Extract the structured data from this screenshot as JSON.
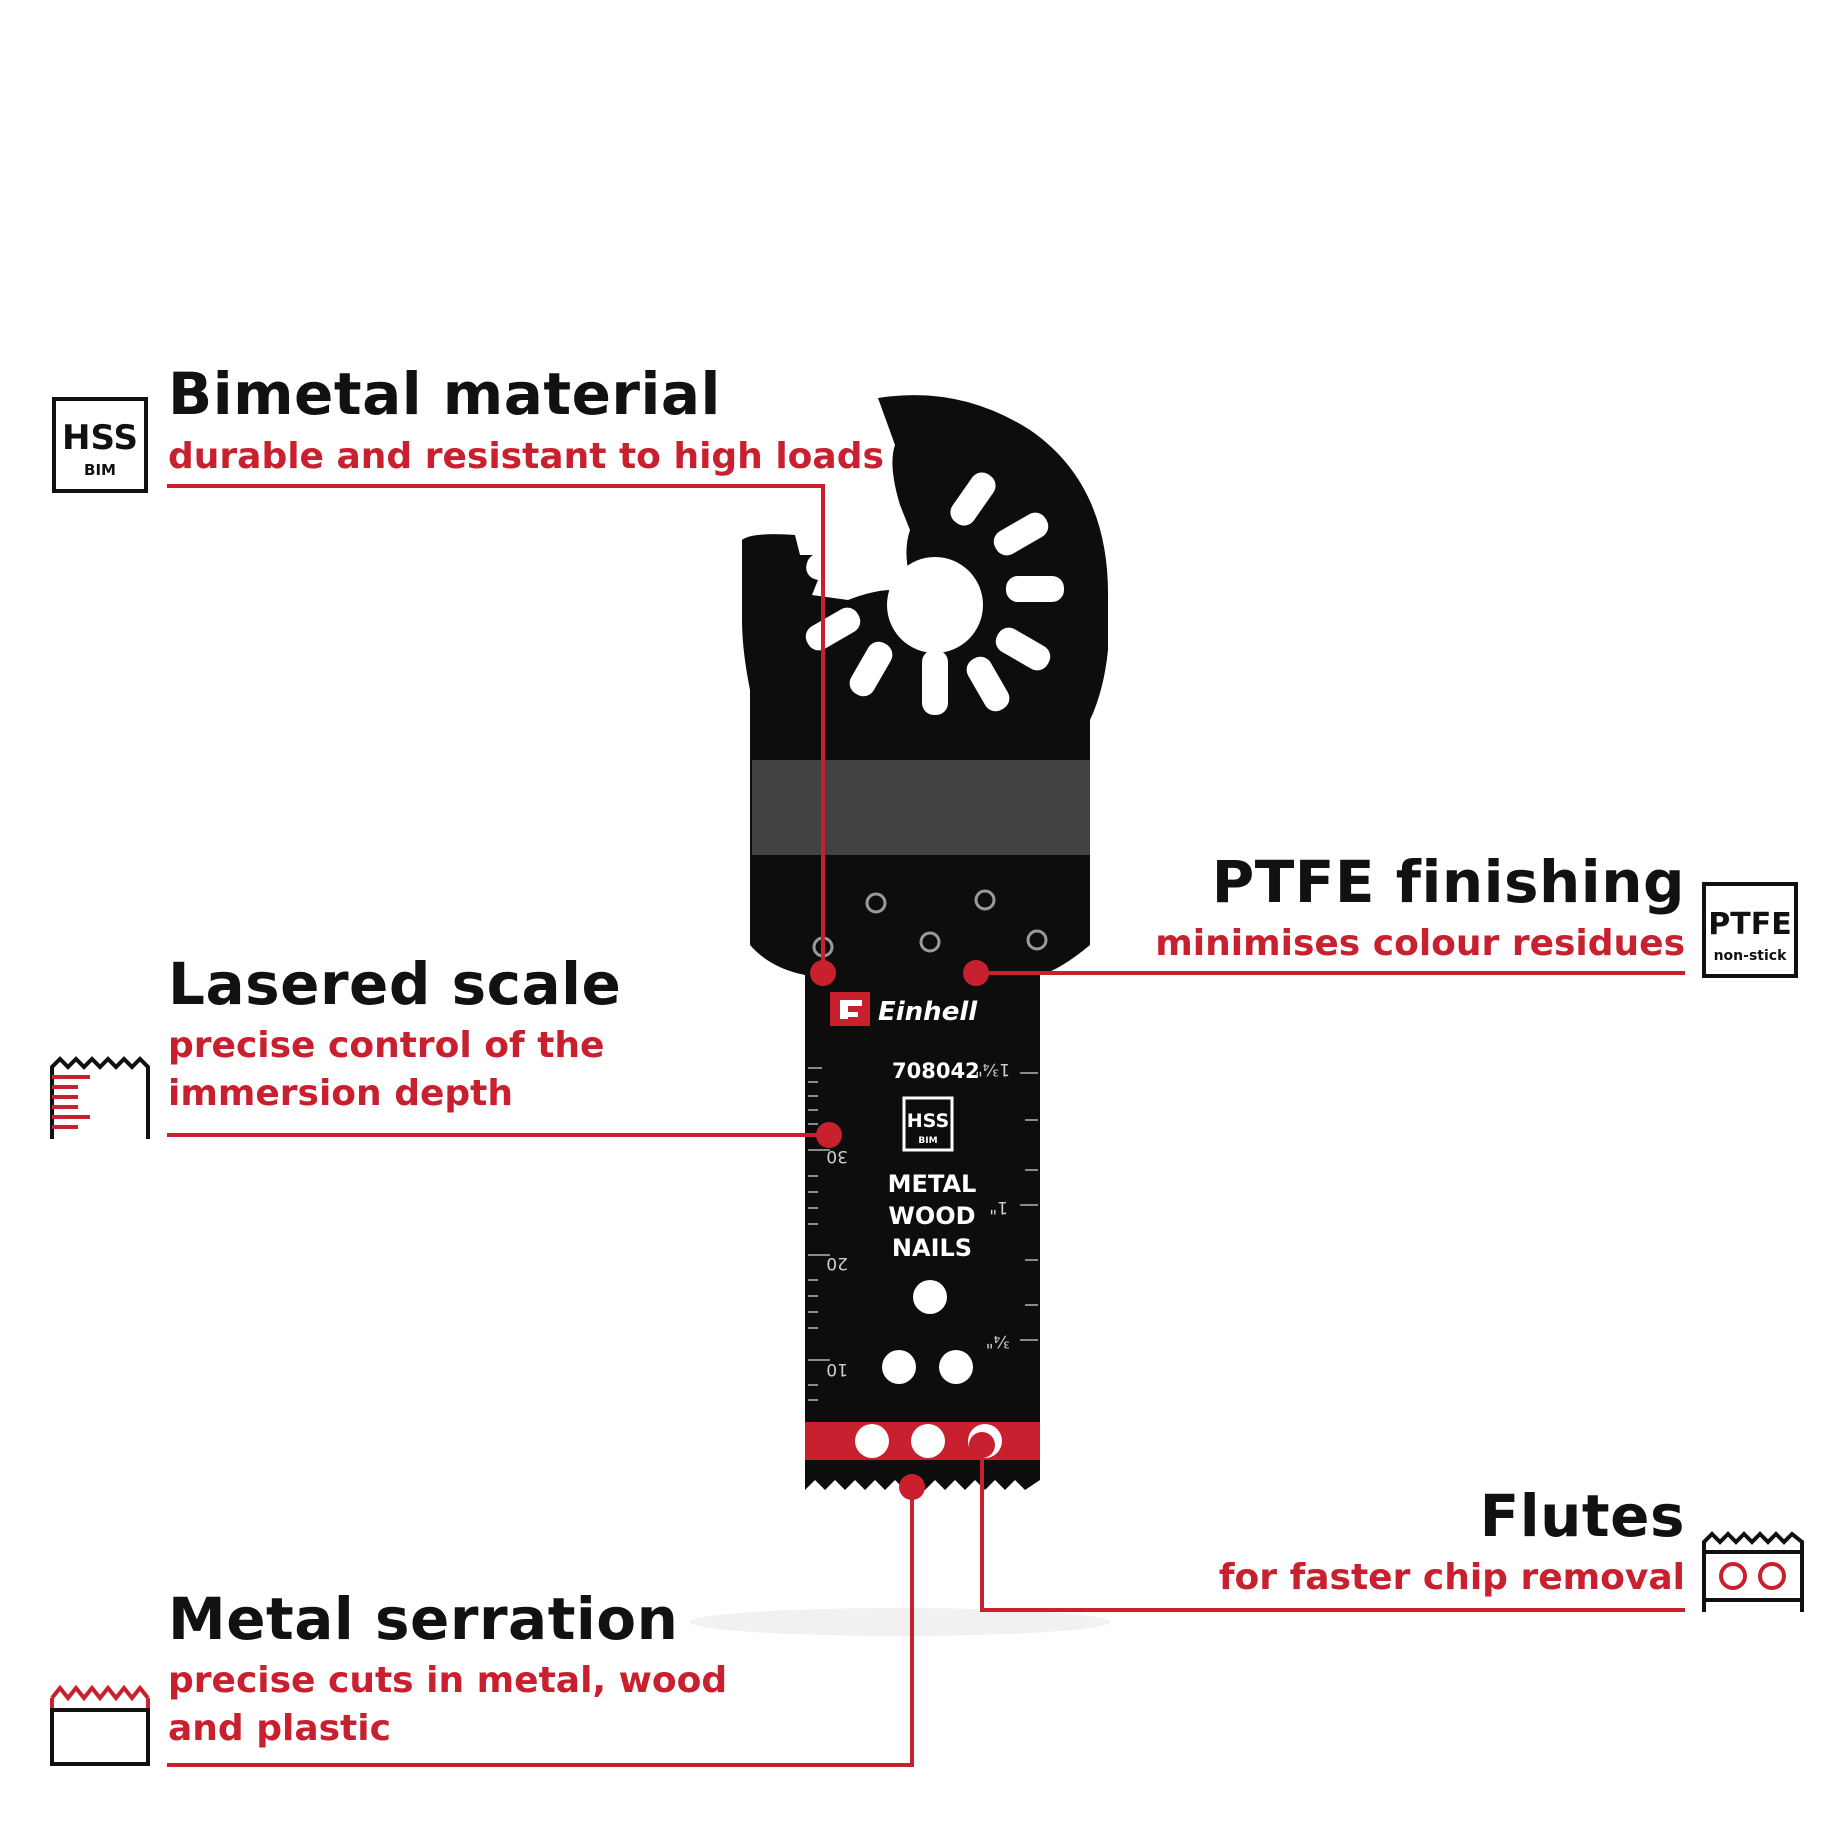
{
  "colors": {
    "accent": "#c8202e",
    "text": "#111111",
    "blade": "#0d0d0d"
  },
  "features": {
    "bimetal": {
      "title": "Bimetal material",
      "desc": [
        "durable and resistant to high loads"
      ],
      "icon": "hss-bim-icon",
      "icon_text": [
        "HSS",
        "BIM"
      ]
    },
    "ptfe": {
      "title": "PTFE finishing",
      "desc": [
        "minimises colour residues"
      ],
      "icon": "ptfe-non-stick-icon",
      "icon_text": [
        "PTFE",
        "non-stick"
      ]
    },
    "scale": {
      "title": "Lasered scale",
      "desc": [
        "precise control of the",
        "immersion depth"
      ],
      "icon": "lasered-scale-icon"
    },
    "flutes": {
      "title": "Flutes",
      "desc": [
        "for faster chip removal"
      ],
      "icon": "flutes-icon"
    },
    "serration": {
      "title": "Metal serration",
      "desc": [
        "precise cuts in metal, wood",
        "and plastic"
      ],
      "icon": "metal-serration-icon"
    }
  },
  "blade": {
    "brand": "Einhell",
    "article": "708042",
    "hss": "HSS",
    "bim": "BIM",
    "materials": [
      "METAL",
      "WOOD",
      "NAILS"
    ],
    "scale_mm": [
      "30",
      "20",
      "10"
    ],
    "scale_inch": [
      "1¾\"",
      "1\"",
      "¾\""
    ]
  }
}
